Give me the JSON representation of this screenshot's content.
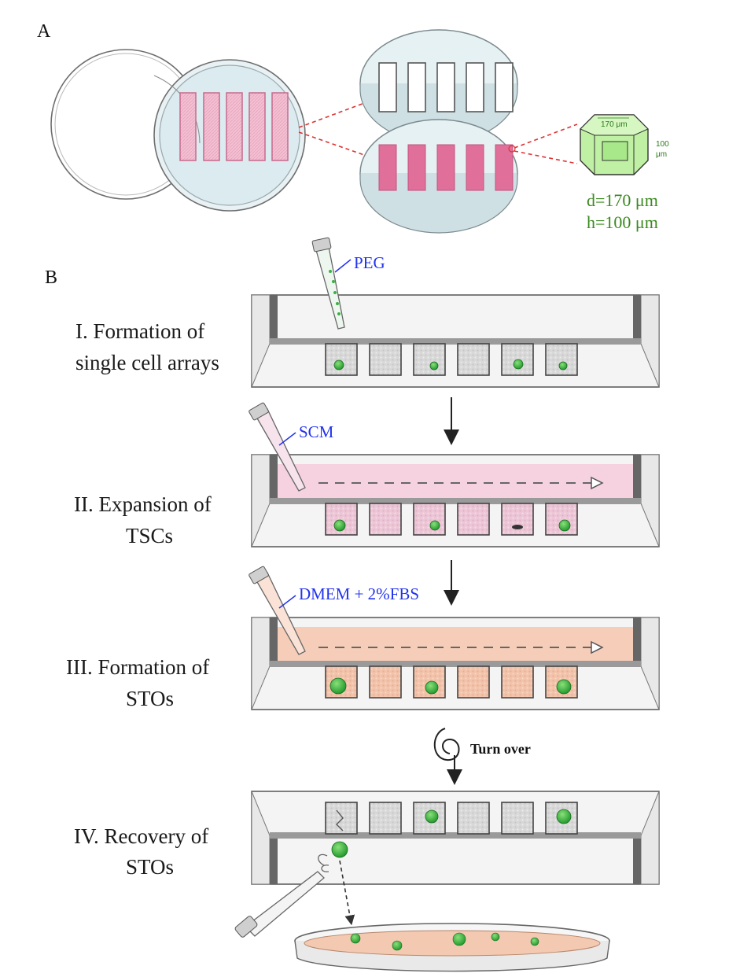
{
  "panel_a": {
    "letter": "A",
    "cube_top": "170 μm",
    "cube_side_1": "100",
    "cube_side_2": "μm",
    "dim_d": "d=170 μm",
    "dim_h": "h=100 μm"
  },
  "panel_b": {
    "letter": "B",
    "steps": [
      {
        "label_1": "I. Formation of",
        "label_2": "single cell arrays",
        "reagent": "PEG"
      },
      {
        "label_1": "II. Expansion of",
        "label_2": "TSCs",
        "reagent": "SCM"
      },
      {
        "label_1": "III. Formation of",
        "label_2": "STOs",
        "reagent": "DMEM + 2%FBS"
      },
      {
        "label_1": "IV. Recovery of",
        "label_2": "STOs"
      }
    ],
    "turn_over": "Turn over"
  },
  "colors": {
    "pink_well": "#e0709a",
    "pink_medium": "#f6d2e0",
    "salmon_medium": "#f6cdb8",
    "cell_green": "#3cb043",
    "reagent_blue": "#2233ee",
    "dim_green": "#3a8a1f",
    "dashed_red": "#dd3333"
  },
  "icons": [
    "pipette-icon",
    "cell-icon",
    "flow-arrow-icon",
    "rotate-icon",
    "down-arrow-icon",
    "petri-dish-icon"
  ]
}
